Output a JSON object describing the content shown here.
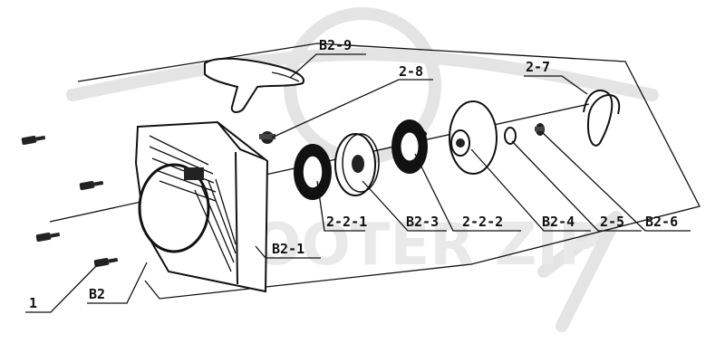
{
  "watermark": {
    "text": "SCOOTER ZIP"
  },
  "labels": {
    "b2_9": "B2-9",
    "p2_8": "2-8",
    "p2_7": "2-7",
    "p2_2_1": "2-2-1",
    "b2_3": "B2-3",
    "p2_2_2": "2-2-2",
    "b2_4": "B2-4",
    "p2_5": "2-5",
    "b2_6": "B2-6",
    "b2_1": "B2-1",
    "p1": "1",
    "b2": "B2"
  }
}
